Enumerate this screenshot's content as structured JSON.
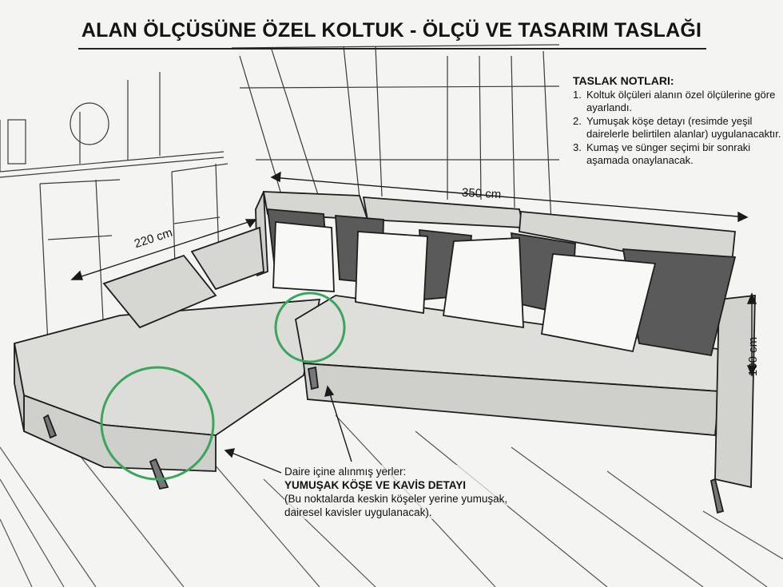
{
  "title": "ALAN ÖLÇÜSÜNE ÖZEL KOLTUK - ÖLÇÜ VE TASARIM TASLAĞI",
  "notes": {
    "heading": "TASLAK NOTLARI:",
    "items": [
      {
        "num": "1.",
        "text": "Koltuk ölçüleri alanın özel ölçülerine göre ayarlandı."
      },
      {
        "num": "2.",
        "text": "Yumuşak köşe detayı (resimde yeşil dairelerle belirtilen alanlar) uygulanacaktır."
      },
      {
        "num": "3.",
        "text": "Kumaş ve sünger seçimi bir sonraki aşamada onaylanacak."
      }
    ]
  },
  "dimensions": {
    "chaise_length": "220 cm",
    "sofa_length": "350 cm",
    "sofa_depth": "100 cm"
  },
  "callout": {
    "line1": "Daire içine alınmış yerler:",
    "heading": "YUMUŞAK KÖŞE VE KAVİS DETAYI",
    "line3": "(Bu noktalarda keskin köşeler yerine yumuşak,",
    "line4": "dairesel kavisler uygulanacak)."
  },
  "colors": {
    "highlight_circle": "#3aa55c",
    "ink": "#1a1a1a",
    "fabric": "#d9d9d6",
    "dark_pillow": "#555555"
  }
}
